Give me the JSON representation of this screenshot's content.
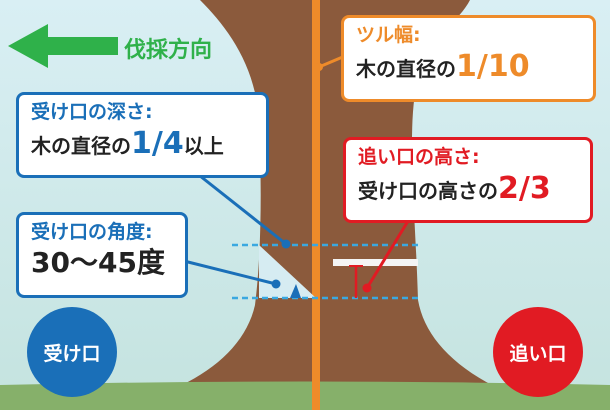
{
  "direction": {
    "label": "伐採方向",
    "arrow_icon": "arrow-left-icon",
    "color": "#2fb14a"
  },
  "hinge": {
    "title": "ツル幅:",
    "prefix": "木の直径の",
    "value": "1/10",
    "color": "#ee8b2a"
  },
  "undercut_depth": {
    "title": "受け口の深さ:",
    "prefix": "木の直径の",
    "value": "1/4",
    "suffix": "以上",
    "color": "#1a6fb8"
  },
  "undercut_angle": {
    "title": "受け口の角度:",
    "value": "30〜45",
    "suffix": "度",
    "color": "#1a6fb8"
  },
  "backcut_height": {
    "title": "追い口の高さ:",
    "prefix": "受け口の高さの",
    "value": "2/3",
    "color": "#e11b23"
  },
  "badges": {
    "undercut": "受け口",
    "backcut": "追い口"
  },
  "colors": {
    "sky": "#d2ebf1",
    "trunk": "#8b5a3c",
    "ground": "#86b06a"
  }
}
